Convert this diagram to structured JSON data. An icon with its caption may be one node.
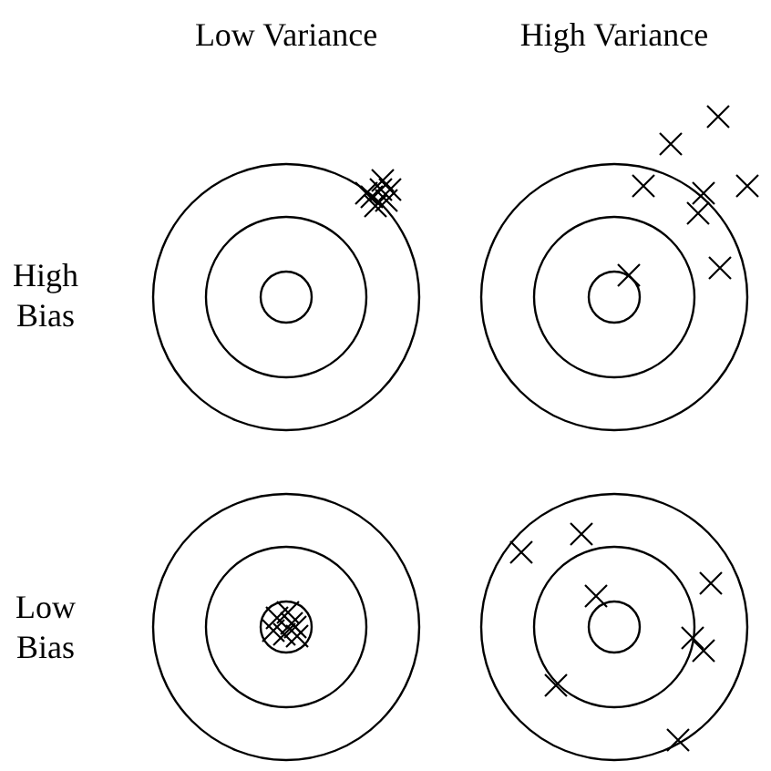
{
  "diagram": {
    "labels": [
      "Low Variance",
      "High Variance",
      "High Bias",
      "Low Bias"
    ]
  }
}
